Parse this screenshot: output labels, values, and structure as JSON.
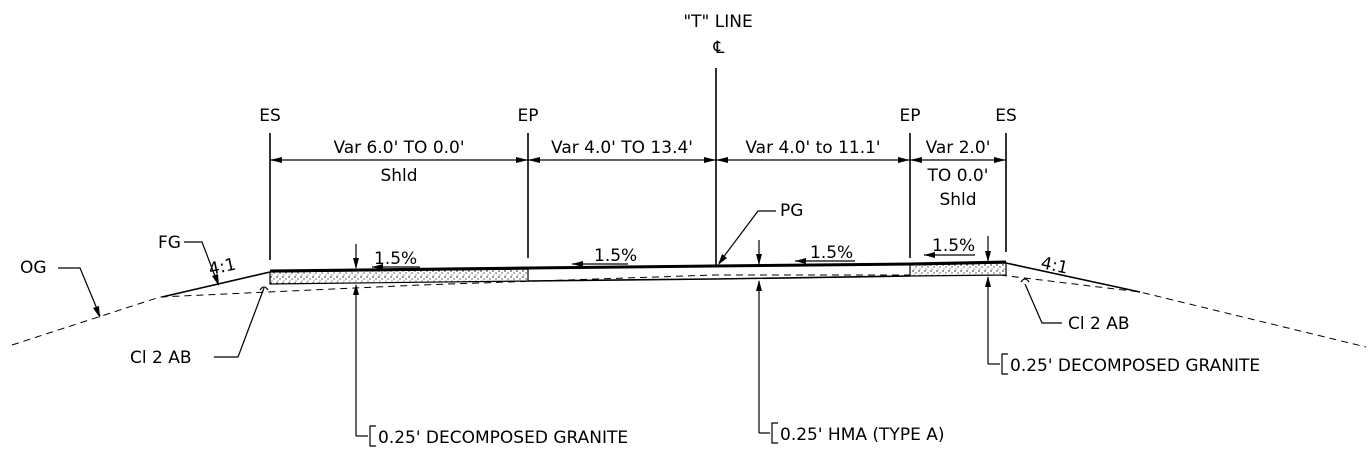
{
  "centerline": {
    "line_label": "\"T\" LINE",
    "cl_symbol": "℄"
  },
  "edges": {
    "es_left": "ES",
    "ep_left": "EP",
    "ep_right": "EP",
    "es_right": "ES"
  },
  "dimensions": {
    "left_shoulder": "Var 6.0' TO 0.0'",
    "left_shoulder_sub": "Shld",
    "left_lane": "Var 4.0' TO 13.4'",
    "right_lane": "Var 4.0' to 11.1'",
    "right_shoulder_1": "Var 2.0'",
    "right_shoulder_2": "TO 0.0'",
    "right_shoulder_sub": "Shld"
  },
  "slopes": {
    "left_shoulder_pct": "1.5%",
    "left_lane_pct": "1.5%",
    "right_lane_pct": "1.5%",
    "right_shoulder_pct": "1.5%",
    "left_side_slope": "4:1",
    "right_side_slope": "4:1"
  },
  "callouts": {
    "og": "OG",
    "fg": "FG",
    "pg": "PG",
    "ab_left": "Cl 2 AB",
    "ab_right": "Cl 2 AB",
    "dg_left": "0.25' DECOMPOSED GRANITE",
    "dg_right": "0.25' DECOMPOSED GRANITE",
    "hma": "0.25' HMA (TYPE A)"
  }
}
